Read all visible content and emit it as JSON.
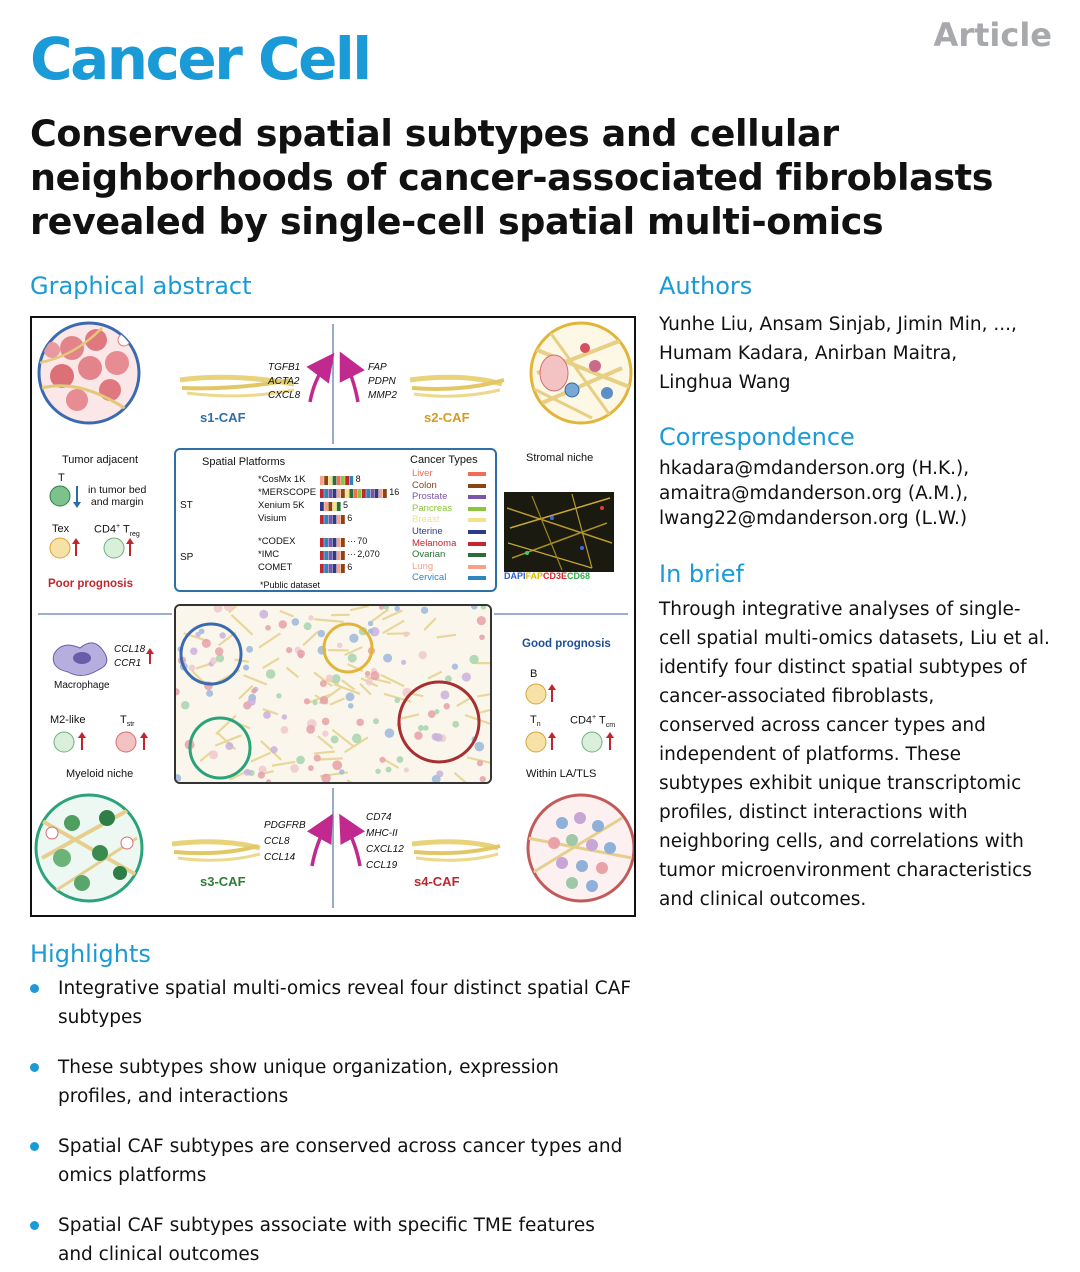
{
  "header": {
    "journal": "Cancer Cell",
    "article_type": "Article",
    "title_lines": [
      "Conserved spatial subtypes and cellular",
      "neighborhoods of cancer-associated fibroblasts",
      "revealed by single-cell spatial multi-omics"
    ]
  },
  "sections": {
    "graphical_abstract": "Graphical abstract",
    "highlights": "Highlights",
    "authors": "Authors",
    "correspondence": "Correspondence",
    "in_brief": "In brief"
  },
  "authors": {
    "lines": [
      "Yunhe Liu, Ansam Sinjab, Jimin Min, ...,",
      "Humam Kadara, Anirban Maitra,",
      "Linghua Wang"
    ]
  },
  "correspondence": {
    "lines": [
      "hkadara@mdanderson.org (H.K.),",
      "amaitra@mdanderson.org (A.M.),",
      "lwang22@mdanderson.org (L.W.)"
    ]
  },
  "in_brief": {
    "lines": [
      "Through integrative analyses of single-",
      "cell spatial multi-omics datasets, Liu et al.",
      "identify four distinct spatial subtypes of",
      "cancer-associated fibroblasts,",
      "conserved across cancer types and",
      "independent of platforms. These",
      "subtypes exhibit unique transcriptomic",
      "profiles, distinct interactions with",
      "neighboring cells, and correlations with",
      "tumor microenvironment characteristics",
      "and clinical outcomes."
    ]
  },
  "highlights": [
    {
      "lines": [
        "Integrative spatial multi-omics reveal four distinct spatial CAF",
        "subtypes"
      ]
    },
    {
      "lines": [
        "These subtypes show unique organization, expression",
        "profiles, and interactions"
      ]
    },
    {
      "lines": [
        "Spatial CAF subtypes are conserved across cancer types and",
        "omics platforms"
      ]
    },
    {
      "lines": [
        "Spatial CAF subtypes associate with specific TME features",
        "and clinical outcomes"
      ]
    }
  ],
  "abstract": {
    "s1": {
      "label": "s1-CAF",
      "genes": [
        "TGFB1",
        "ACTA2",
        "CXCL8"
      ]
    },
    "s2": {
      "label": "s2-CAF",
      "genes": [
        "FAP",
        "PDPN",
        "MMP2"
      ]
    },
    "s3": {
      "label": "s3-CAF",
      "genes": [
        "PDGFRB",
        "CCL8",
        "CCL14"
      ]
    },
    "s4": {
      "label": "s4-CAF",
      "genes": [
        "CD74",
        "MHC-II",
        "CXCL12",
        "CCL19"
      ]
    },
    "tumor_adjacent": {
      "title": "Tumor adjacent",
      "t_label": "T",
      "t_note": [
        "in tumor bed",
        "and margin"
      ],
      "tex": "Tex",
      "cd4": "CD4",
      "cd4_sup": "+",
      "treg": "T",
      "treg_sub": "reg",
      "prognosis": "Poor prognosis"
    },
    "stromal": {
      "title": "Stromal niche",
      "stain": [
        "DAPI",
        "FAP",
        "CD3E",
        "CD68"
      ]
    },
    "myeloid": {
      "genes": [
        "CCL18",
        "CCR1"
      ],
      "macrophage": "Macrophage",
      "m2": "M2-like",
      "tstr": "T",
      "tstr_sub": "str",
      "title": "Myeloid niche"
    },
    "lymphoid": {
      "prognosis": "Good prognosis",
      "b": "B",
      "tn": "T",
      "tn_sub": "n",
      "cd4": "CD4",
      "cd4_sup": "+",
      "tcm": "T",
      "tcm_sub": "cm",
      "title": "Within LA/TLS"
    },
    "platforms": {
      "title": "Spatial Platforms",
      "st_label": "ST",
      "sp_label": "SP",
      "st": [
        {
          "name": "CosMx 1K",
          "public": true,
          "count": "8",
          "n": 8
        },
        {
          "name": "MERSCOPE",
          "public": true,
          "count": "16",
          "n": 16
        },
        {
          "name": "Xenium 5K",
          "public": false,
          "count": "5",
          "n": 5
        },
        {
          "name": "Visium",
          "public": false,
          "count": "6",
          "n": 6
        }
      ],
      "sp": [
        {
          "name": "CODEX",
          "public": true,
          "count": "70",
          "n": 6
        },
        {
          "name": "IMC",
          "public": true,
          "count": "2,070",
          "n": 6
        },
        {
          "name": "COMET",
          "public": false,
          "count": "6",
          "n": 6
        }
      ],
      "footnote": "Public dataset",
      "ellipsis": "···"
    },
    "cancer_types": {
      "title": "Cancer Types",
      "items": [
        {
          "name": "Liver",
          "color": "#f26d56"
        },
        {
          "name": "Colon",
          "color": "#8b4513"
        },
        {
          "name": "Prostate",
          "color": "#7a56a8"
        },
        {
          "name": "Pancreas",
          "color": "#8cc63f"
        },
        {
          "name": "Breast",
          "color": "#f4e08a"
        },
        {
          "name": "Uterine",
          "color": "#2e3a87"
        },
        {
          "name": "Melanoma",
          "color": "#c1272d"
        },
        {
          "name": "Ovarian",
          "color": "#2a6e3a"
        },
        {
          "name": "Lung",
          "color": "#f7a08a"
        },
        {
          "name": "Cervical",
          "color": "#2e86c1"
        }
      ]
    }
  }
}
